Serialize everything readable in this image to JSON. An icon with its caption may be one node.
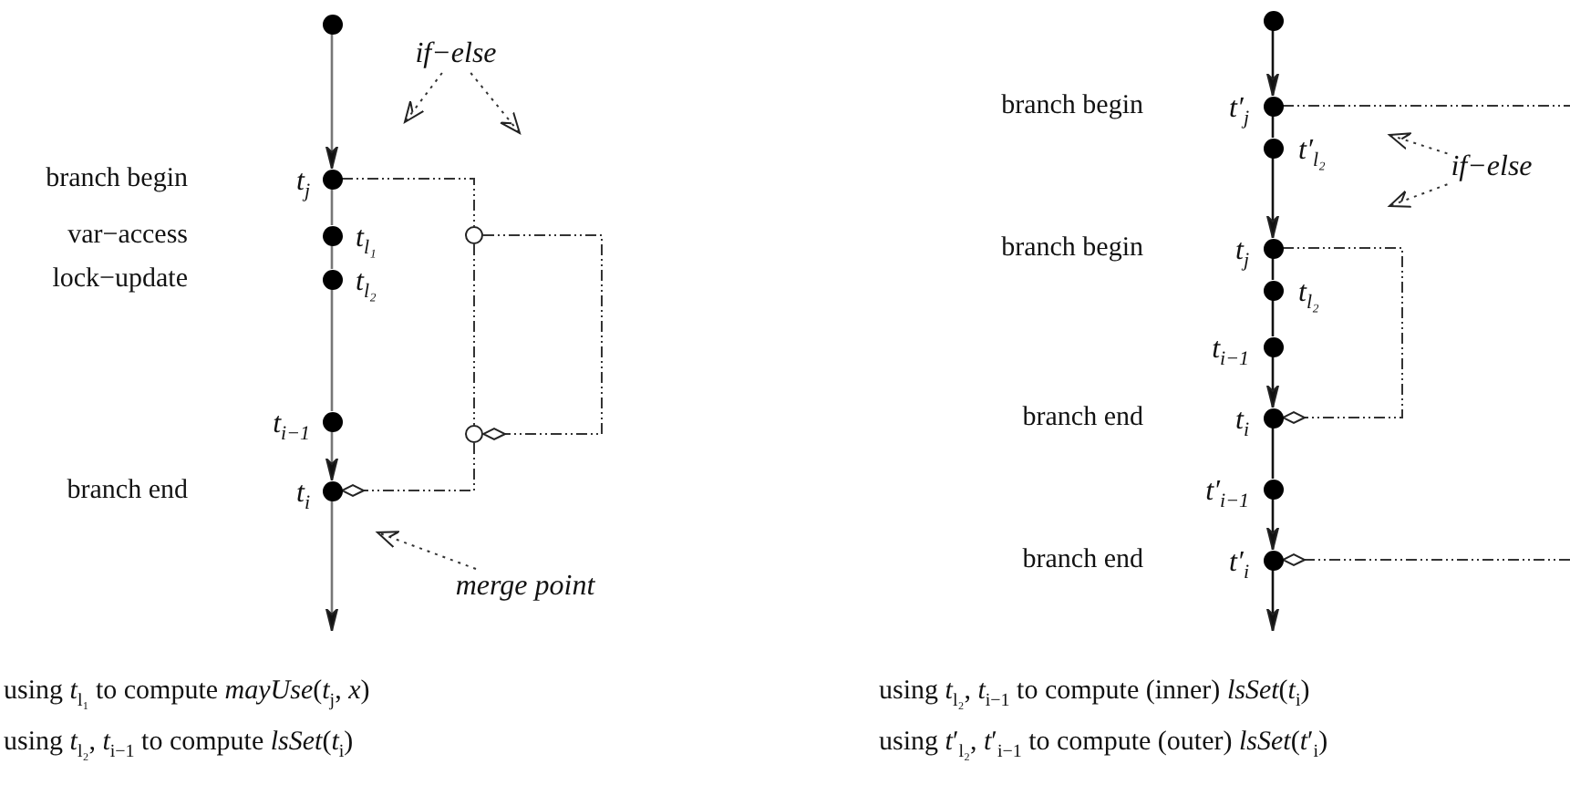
{
  "diagram": {
    "nodes": [
      {
        "text": [],
        "shape": "dot"
      },
      {
        "text": [],
        "shape": "dot",
        "beside": [
          "branch begin",
          "t$_{j}$"
        ]
      },
      {
        "text": [],
        "shape": "dot",
        "beside": [
          "t$_{l₁}$"
        ]
      },
      {
        "text": [],
        "shape": "dot",
        "beside": [
          "t$_{l₂}$"
        ]
      },
      {
        "text": [],
        "shape": "dot",
        "beside": [
          "t$_{i−1}$"
        ]
      },
      {
        "text": [],
        "shape": "dot",
        "beside": [
          "branch end",
          "t$_{i}$"
        ]
      },
      {
        "text": [],
        "shape": "circle"
      },
      {
        "text": [],
        "shape": "circle"
      },
      {
        "text": [
          "if−else"
        ]
      },
      {
        "text": [
          "merge point"
        ]
      },
      {
        "text": [],
        "shape": "dot"
      },
      {
        "text": [],
        "shape": "dot",
        "beside": [
          "branch begin",
          "t′$_{j}$"
        ]
      },
      {
        "text": [],
        "shape": "dot",
        "beside": [
          "t′$_{l₂}$"
        ]
      },
      {
        "text": [],
        "shape": "dot",
        "beside": [
          "branch begin",
          "t$_{j}$"
        ]
      },
      {
        "text": [],
        "shape": "dot",
        "beside": [
          "t$_{l₂}$"
        ]
      },
      {
        "text": [],
        "shape": "dot",
        "beside": [
          "t$_{i−1}$"
        ]
      },
      {
        "text": [],
        "shape": "dot",
        "beside": [
          "branch end",
          "t$_{i}$"
        ]
      },
      {
        "text": [],
        "shape": "dot",
        "beside": [
          "t′$_{i−1}$"
        ]
      },
      {
        "text": [],
        "shape": "dot",
        "beside": [
          "branch end",
          "t′$_{i}$"
        ]
      },
      {
        "text": [
          "if−else"
        ]
      }
    ],
    "edges": [
      {
        "from": 0,
        "to": 1,
        "arrow": "to",
        "color": "#777777"
      },
      {
        "from": 1,
        "to": 2,
        "arrow": "none",
        "color": "#777777"
      },
      {
        "from": 2,
        "to": 3,
        "arrow": "none",
        "color": "#777777"
      },
      {
        "from": 3,
        "to": 4,
        "arrow": "none",
        "color": "#777777"
      },
      {
        "from": 4,
        "to": 5,
        "arrow": "to",
        "color": "#777777"
      },
      {
        "from": 5,
        "to": null,
        "arrow": "to",
        "color": "#777777"
      },
      {
        "from": 1,
        "to": 6,
        "arrow": "none",
        "style": "dashed"
      },
      {
        "from": 6,
        "to": 7,
        "arrow": "none",
        "style": "dashed"
      },
      {
        "from": 7,
        "to": 5,
        "arrow": "other",
        "style": "dashed"
      },
      {
        "from": 6,
        "to": 7,
        "arrow": "other",
        "style": "dashed"
      },
      {
        "from": 8,
        "to": null,
        "arrow": "to",
        "style": "dashed"
      },
      {
        "from": 8,
        "to": null,
        "arrow": "to",
        "style": "dashed"
      },
      {
        "from": 9,
        "to": null,
        "arrow": "to",
        "style": "dashed"
      },
      {
        "from": 10,
        "to": 11,
        "arrow": "to"
      },
      {
        "from": 11,
        "to": 12,
        "arrow": "none"
      },
      {
        "from": 12,
        "to": 13,
        "arrow": "to"
      },
      {
        "from": 13,
        "to": 14,
        "arrow": "none"
      },
      {
        "from": 14,
        "to": 15,
        "arrow": "none"
      },
      {
        "from": 15,
        "to": 16,
        "arrow": "to"
      },
      {
        "from": 16,
        "to": 17,
        "arrow": "none"
      },
      {
        "from": 17,
        "to": 18,
        "arrow": "to"
      },
      {
        "from": 18,
        "to": null,
        "arrow": "to"
      },
      {
        "from": 11,
        "to": null,
        "arrow": "none",
        "style": "dashed"
      },
      {
        "from": 13,
        "to": 16,
        "arrow": "other",
        "style": "dashed"
      },
      {
        "from": null,
        "to": 18,
        "arrow": "other",
        "style": "dashed"
      },
      {
        "from": 19,
        "to": null,
        "arrow": "to",
        "style": "dashed"
      },
      {
        "from": 19,
        "to": null,
        "arrow": "to",
        "style": "dashed"
      }
    ],
    "labels": [
      "var−access",
      "lock−update",
      "using *t*$_{l₁}$ to compute *mayUse*(*t*$_{j}$, *x*)",
      "using *t*$_{l₂}$, *t*$_{i−1}$ to compute *lsSet*(*t*$_{i}$)",
      "using *t*$_{l₂}$, *t*$_{i−1}$ to compute (inner) *lsSet*(*t*$_{i}$)",
      "using *t*′$_{l₂}$, *t*′$_{i−1}$ to compute (outer) *lsSet*(*t*′$_{i}$)"
    ]
  }
}
